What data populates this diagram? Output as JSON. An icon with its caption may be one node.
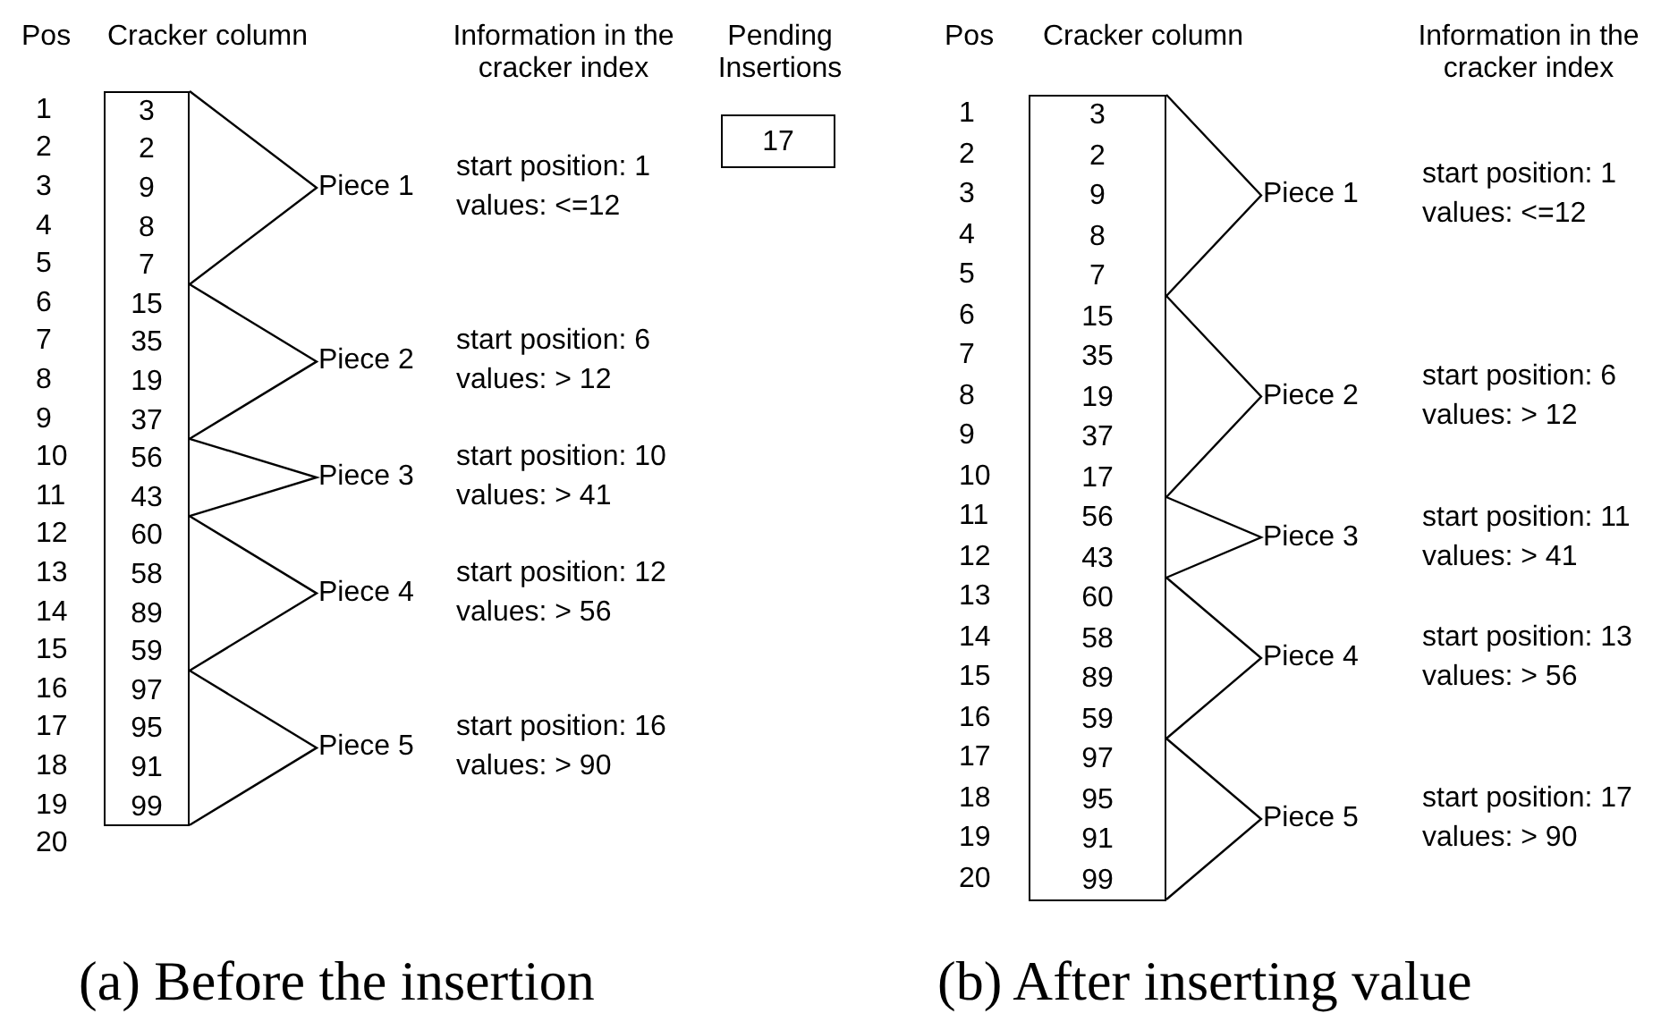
{
  "diagram": {
    "nodes": [
      {
        "text": [
          "Cracker column",
          "3",
          "2",
          "9",
          "8",
          "7",
          "15",
          "35",
          "19",
          "37",
          "56",
          "43",
          "60",
          "58",
          "89",
          "59",
          "97",
          "95",
          "91",
          "99"
        ]
      },
      {
        "text": [
          "Pending Insertions",
          "17"
        ]
      },
      {
        "text": [
          "Cracker column",
          "3",
          "2",
          "9",
          "8",
          "7",
          "15",
          "35",
          "19",
          "37",
          "17",
          "56",
          "43",
          "60",
          "58",
          "89",
          "59",
          "97",
          "95",
          "91",
          "99"
        ]
      }
    ],
    "labels": [
      "Pos",
      "1",
      "2",
      "3",
      "4",
      "5",
      "6",
      "7",
      "8",
      "9",
      "10",
      "11",
      "12",
      "13",
      "14",
      "15",
      "16",
      "17",
      "18",
      "19",
      "20",
      "Information in the cracker index",
      "Piece 1",
      "start position: 1",
      "values: <=12",
      "Piece 2",
      "start position: 6",
      "values: > 12",
      "Piece 3",
      "start position: 10",
      "values: > 41",
      "Piece 4",
      "start position: 12",
      "values: > 56",
      "Piece 5",
      "start position: 16",
      "values: > 90",
      "Pos",
      "1",
      "2",
      "3",
      "4",
      "5",
      "6",
      "7",
      "8",
      "9",
      "10",
      "11",
      "12",
      "13",
      "14",
      "15",
      "16",
      "17",
      "18",
      "19",
      "20",
      "Information in the cracker index",
      "Piece 1",
      "start position: 1",
      "values: <=12",
      "Piece 2",
      "start position: 6",
      "values: > 12",
      "Piece 3",
      "start position: 11",
      "values: > 41",
      "Piece 4",
      "start position: 13",
      "values: > 56",
      "Piece 5",
      "start position: 17",
      "values: > 90",
      "(a) Before the insertion",
      "(b) After inserting value"
    ]
  }
}
